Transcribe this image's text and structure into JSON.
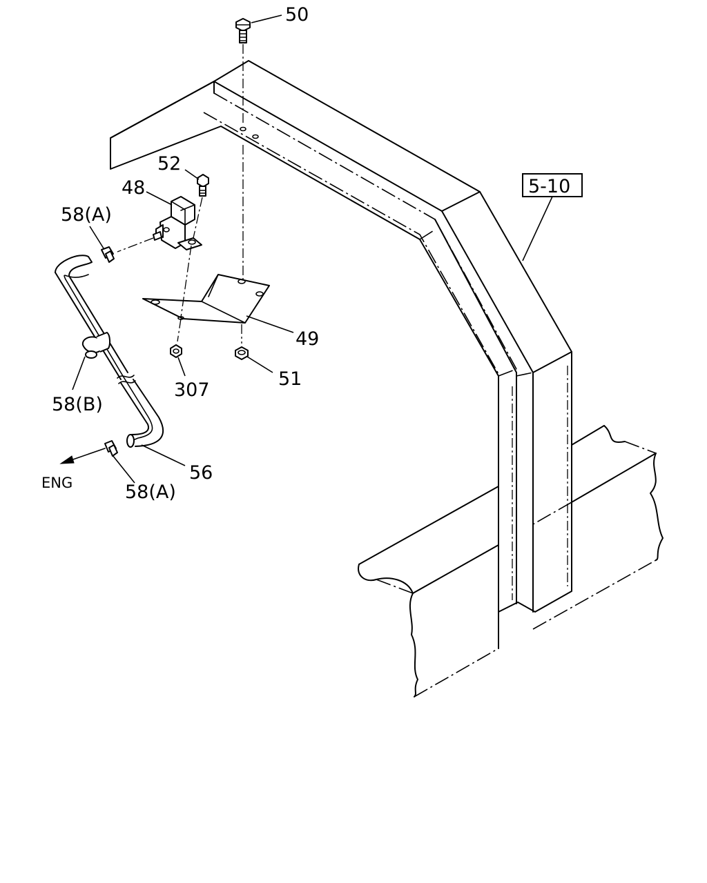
{
  "labels": {
    "p50": "50",
    "p52": "52",
    "p48": "48",
    "p58a_top": "58(A)",
    "p49": "49",
    "p307": "307",
    "p51": "51",
    "p58b": "58(B)",
    "p56": "56",
    "p58a_bottom": "58(A)",
    "eng": "ENG",
    "ref": "5-10"
  }
}
